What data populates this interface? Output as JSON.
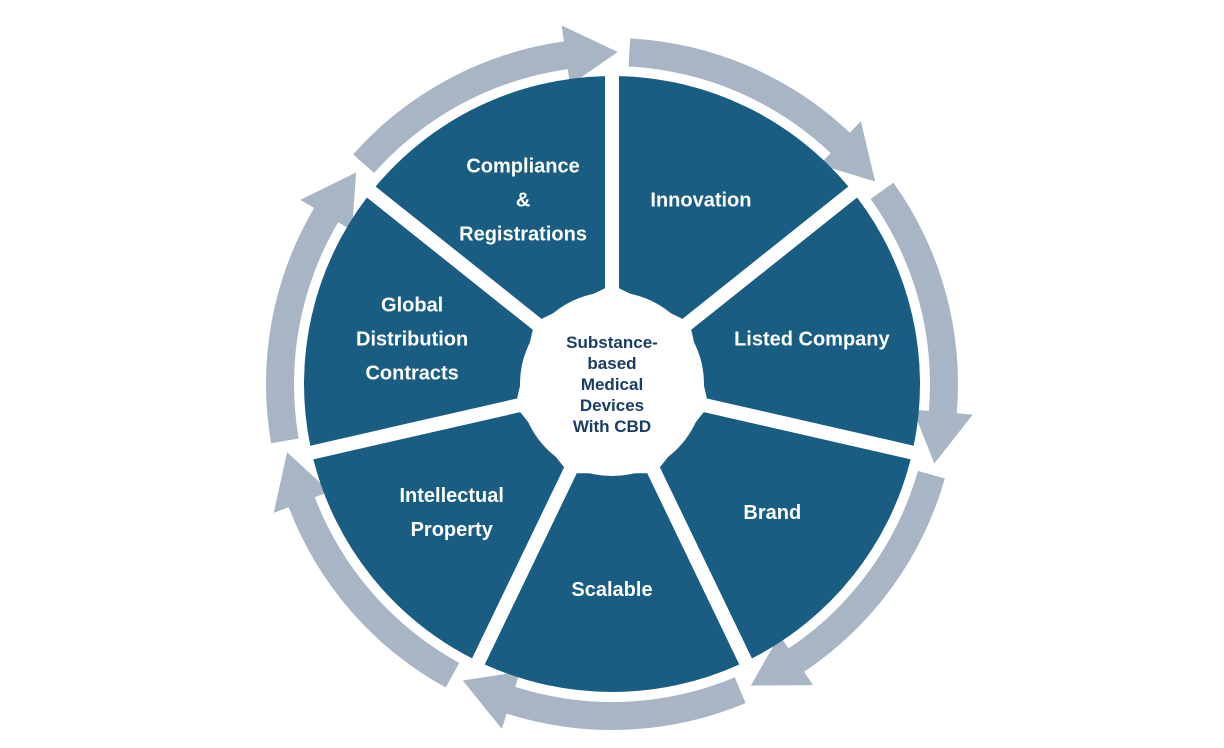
{
  "diagram": {
    "center": {
      "lines": [
        "Substance-",
        "based",
        "Medical",
        "Devices",
        "With CBD"
      ]
    },
    "segments": [
      {
        "id": "innovation",
        "lines": [
          "Innovation"
        ]
      },
      {
        "id": "listed-company",
        "lines": [
          "Listed Company"
        ]
      },
      {
        "id": "brand",
        "lines": [
          "Brand"
        ]
      },
      {
        "id": "scalable",
        "lines": [
          "Scalable"
        ]
      },
      {
        "id": "intellectual-property",
        "lines": [
          "Intellectual",
          "Property"
        ]
      },
      {
        "id": "global-distribution-contracts",
        "lines": [
          "Global",
          "Distribution",
          "Contracts"
        ]
      },
      {
        "id": "compliance-registrations",
        "lines": [
          "Compliance",
          "&",
          "Registrations"
        ]
      }
    ],
    "colors": {
      "segment_fill": "#195e82",
      "arrow_fill": "#a8b5c4",
      "hub_fill": "#ffffff",
      "hub_text": "#1a3d66",
      "segment_text": "#ffffff",
      "background": "#ffffff"
    },
    "flow_direction": "clockwise"
  }
}
